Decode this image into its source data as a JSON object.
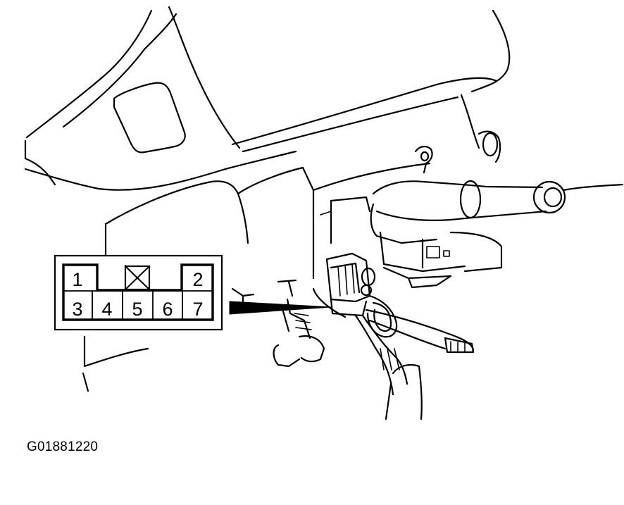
{
  "connector": {
    "top_row": [
      "1",
      "2"
    ],
    "bottom_row": [
      "3",
      "4",
      "5",
      "6",
      "7"
    ],
    "blank_pin_symbol": "crossed-box-icon"
  },
  "figure_id": "G01881220"
}
